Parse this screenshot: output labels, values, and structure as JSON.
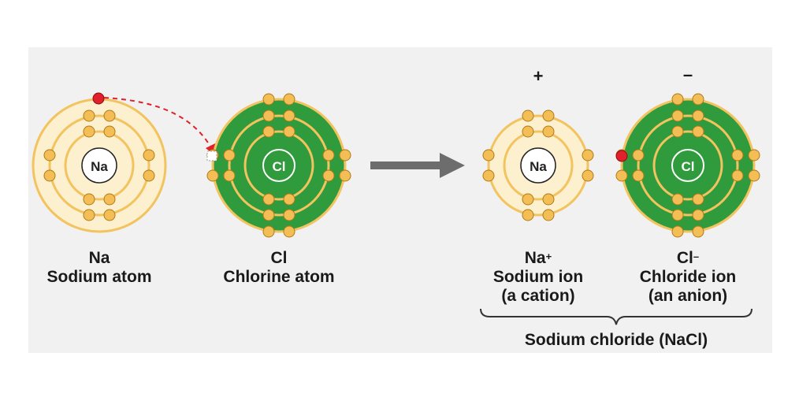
{
  "colors": {
    "sodium_shell": "#fdf0cf",
    "shell_ring": "#f2c35f",
    "chlorine_fill": "#2f9b3c",
    "electron": "#f4be57",
    "transferred_electron": "#e0202a",
    "arrow": "#6d6d6d"
  },
  "atoms": {
    "na_atom": {
      "symbol": "Na",
      "name": "Na",
      "description": "Sodium atom"
    },
    "cl_atom": {
      "symbol": "Cl",
      "name": "Cl",
      "description": "Chlorine atom"
    },
    "na_ion": {
      "symbol": "Na",
      "name": "Na",
      "superscript": "+",
      "description": "Sodium ion",
      "kind": "(a cation)",
      "charge": "+"
    },
    "cl_ion": {
      "symbol": "Cl",
      "name": "Cl",
      "superscript": "–",
      "description": "Chloride ion",
      "kind": "(an anion)",
      "charge": "–"
    }
  },
  "compound": {
    "label": "Sodium chloride (NaCl)"
  }
}
